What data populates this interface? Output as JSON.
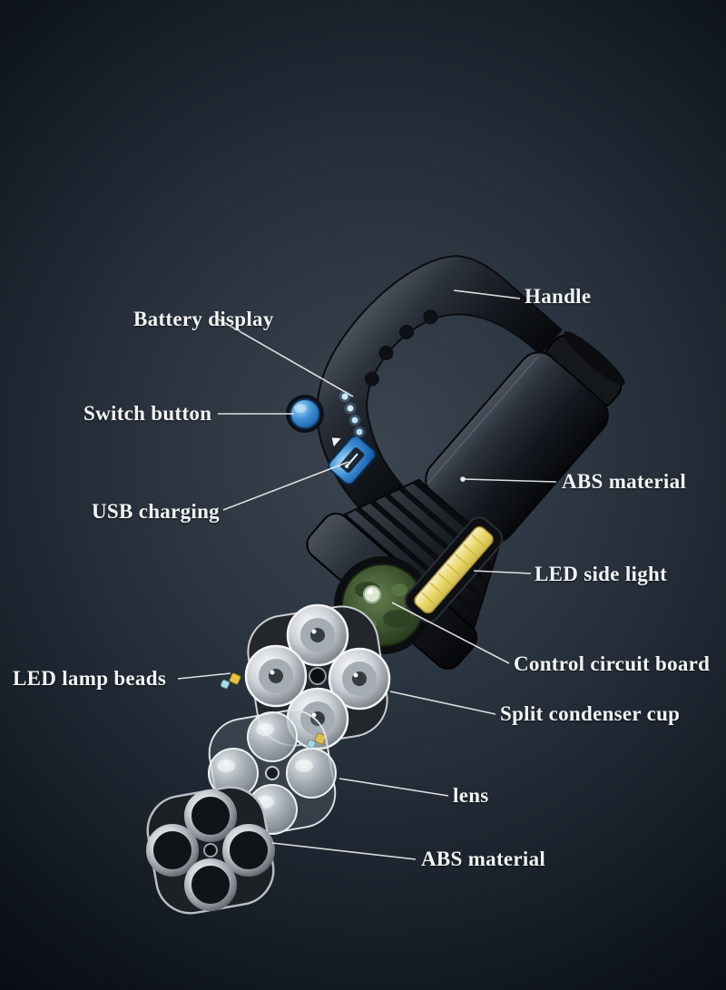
{
  "figure": {
    "description": "Exploded-view product diagram of a portable LED handheld spotlight flashlight with annotated parts"
  },
  "labels": {
    "handle": "Handle",
    "battery_display": "Battery display",
    "switch_button": "Switch button",
    "usb_charging": "USB charging",
    "abs_material_upper": "ABS material",
    "led_side_light": "LED side light",
    "control_circuit_board": "Control circuit board",
    "split_condenser_cup": "Split condenser cup",
    "led_lamp_beads": "LED lamp beads",
    "lens": "lens",
    "abs_material_lower": "ABS material"
  },
  "colors": {
    "background": "#1a222c",
    "label_text": "#f2f3f4",
    "leader_line": "#e8e8e8",
    "switch_blue": "#3f8fd4",
    "cob_yellow": "#e9d96a",
    "circuit_green": "#4a6238",
    "metal_silver": "#cdd2d7"
  }
}
